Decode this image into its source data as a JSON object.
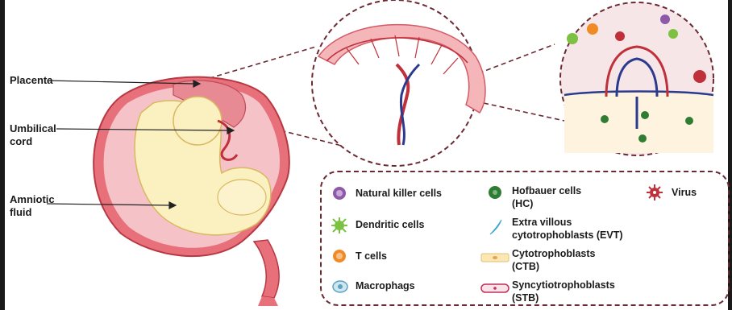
{
  "labels": {
    "placenta": "Placenta",
    "umbilical_line1": "Umbilical",
    "umbilical_line2": "cord",
    "amniotic_line1": "Amniotic",
    "amniotic_line2": "fluid"
  },
  "legend": {
    "natural_killer": "Natural killer cells",
    "dendritic": "Dendritic cells",
    "t_cells": "T cells",
    "macrophags": "Macrophags",
    "hofbauer_line1": "Hofbauer cells",
    "hofbauer_line2": "(HC)",
    "evt_line1": "Extra villous",
    "evt_line2": "cytotrophoblasts (EVT)",
    "ctb_line1": "Cytotrophoblasts",
    "ctb_line2": "(CTB)",
    "stb_line1": "Syncytiotrophoblasts",
    "stb_line2": "(STB)",
    "virus": "Virus"
  },
  "icons": {
    "natural_killer": "purple-cell-icon",
    "dendritic": "green-dendritic-cell-icon",
    "t_cells": "orange-cell-icon",
    "macrophags": "blue-macrophage-icon",
    "hofbauer": "dark-green-cell-icon",
    "evt": "blue-spindle-cell-icon",
    "ctb": "beige-rectangle-cell-icon",
    "stb": "pink-oval-cell-icon",
    "virus": "red-virus-icon"
  },
  "colors": {
    "uterus": "#f2a8a8",
    "uterus_wall": "#d9535f",
    "fetus": "#fbf0c0",
    "dashed_outline": "#6b2a33",
    "vessel_red": "#c0303a",
    "vessel_blue": "#2b3a8c"
  }
}
